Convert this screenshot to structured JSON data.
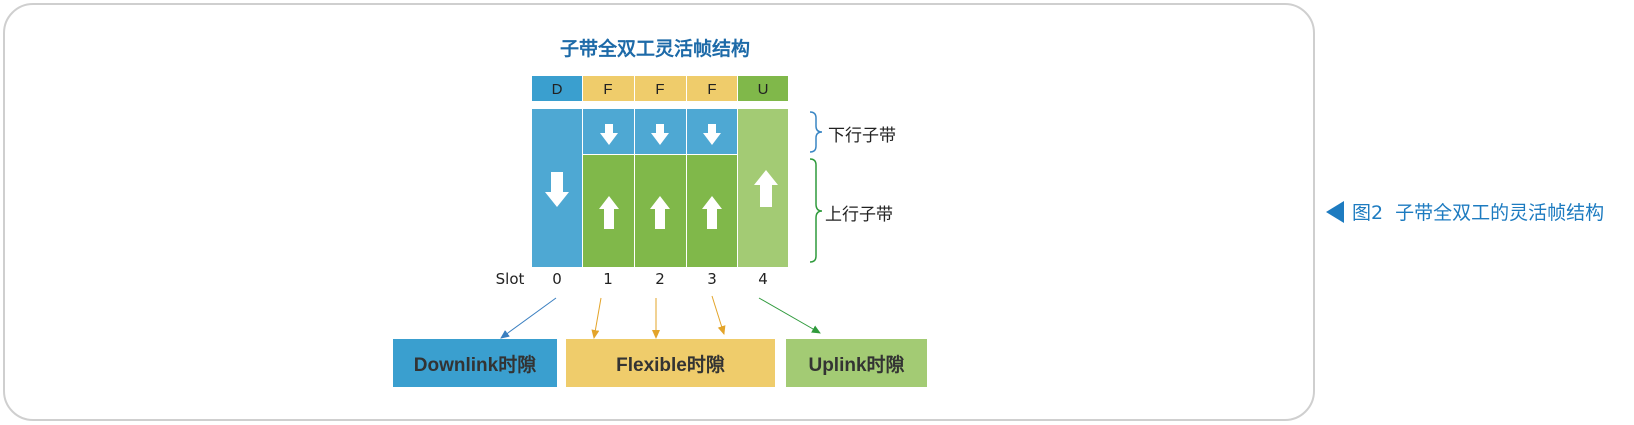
{
  "title": "子带全双工灵活帧结构",
  "header_labels": [
    "D",
    "F",
    "F",
    "F",
    "U"
  ],
  "colors": {
    "downlink_dark": "#3a9fcf",
    "downlink_light": "#4ea8d3",
    "flexible": "#efcc6b",
    "uplink_dark": "#80b84a",
    "uplink_light": "#88c254",
    "uplink_pale": "#a3cb74",
    "caption_blue": "#1d7bc0"
  },
  "side_labels": {
    "downlink": "下行子带",
    "uplink": "上行子带"
  },
  "slot_label": "Slot",
  "slot_numbers": [
    "0",
    "1",
    "2",
    "3",
    "4"
  ],
  "boxes": {
    "downlink": "Downlink时隙",
    "flexible": "Flexible时隙",
    "uplink": "Uplink时隙"
  },
  "caption": {
    "figure": "图2",
    "text": "子带全双工的灵活帧结构"
  }
}
